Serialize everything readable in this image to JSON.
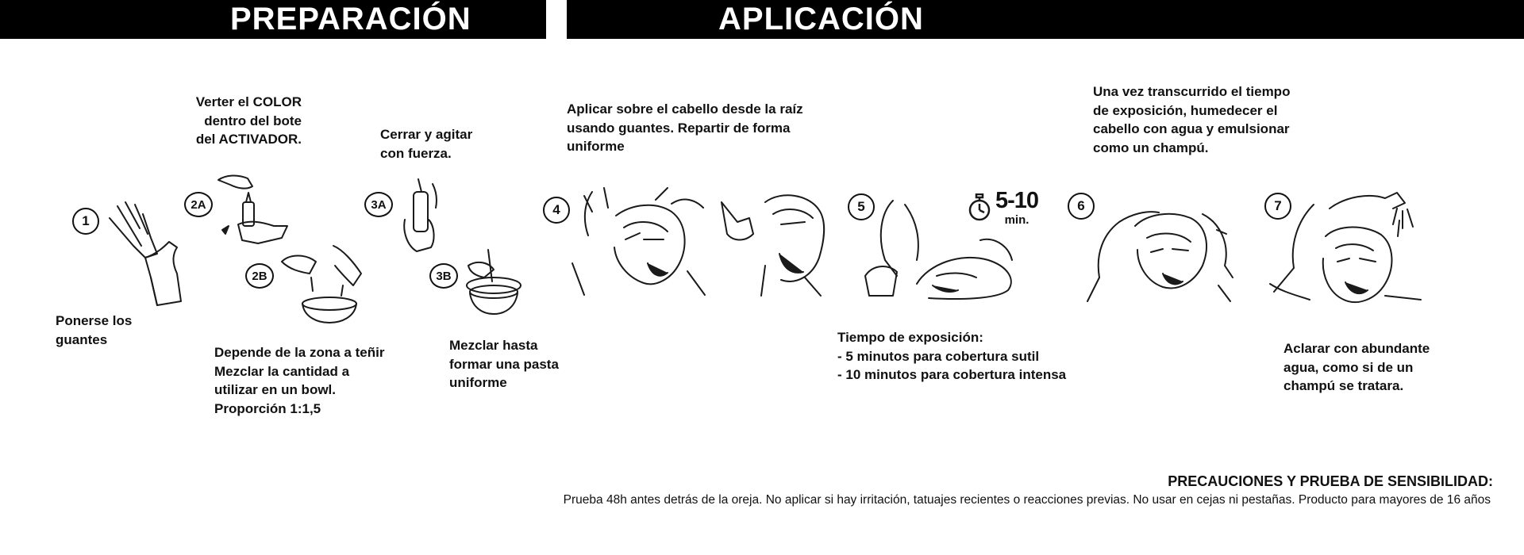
{
  "headers": {
    "preparacion": "PREPARACIÓN",
    "aplicacion": "APLICACIÓN"
  },
  "steps": {
    "s1": {
      "num": "1",
      "text": "Ponerse los\nguantes",
      "icon": "gloves-icon"
    },
    "s2a": {
      "num": "2A",
      "text": "Verter el COLOR\ndentro del bote\ndel ACTIVADOR.",
      "icon": "pour-bottle-icon"
    },
    "s2b": {
      "num": "2B",
      "text": "Depende de la zona a teñir\n Mezclar la cantidad a\nutilizar en un bowl.\nProporción 1:1,5",
      "icon": "bowl-mix-icon"
    },
    "s3a": {
      "num": "3A",
      "text": "Cerrar y agitar\ncon fuerza.",
      "icon": "shake-bottle-icon"
    },
    "s3b": {
      "num": "3B",
      "text": "Mezclar hasta\nformar una pasta\nuniforme",
      "icon": "whisk-bowl-icon"
    },
    "s4": {
      "num": "4",
      "text": "Aplicar sobre el cabello desde la raíz\nusando guantes. Repartir de forma\nuniforme",
      "icon": "apply-hair-icon"
    },
    "s5": {
      "num": "5",
      "text": "Tiempo de exposición:\n - 5 minutos para cobertura sutil\n- 10 minutos para cobertura intensa",
      "icon": "wait-icon"
    },
    "s6": {
      "num": "6",
      "text": "Una vez transcurrido el tiempo\nde exposición, humedecer el\ncabello con agua y emulsionar\ncomo un champú.",
      "icon": "lather-icon"
    },
    "s7": {
      "num": "7",
      "text": "Aclarar con abundante\nagua, como si de un\nchampú se tratara.",
      "icon": "rinse-icon"
    }
  },
  "timer": {
    "value": "5-10",
    "unit": "min.",
    "icon": "stopwatch-icon"
  },
  "precautions": {
    "title": "PRECAUCIONES Y PRUEBA DE SENSIBILIDAD:",
    "text": "Prueba 48h antes detrás de la oreja. No aplicar si hay irritación, tatuajes recientes o reacciones previas. No usar en cejas ni pestañas. Producto para mayores de 16 años"
  },
  "colors": {
    "header_bg": "#000000",
    "header_text": "#ffffff",
    "ink": "#111111"
  }
}
